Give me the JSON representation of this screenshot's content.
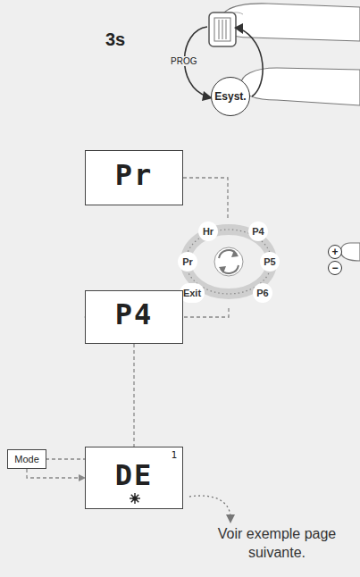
{
  "diagram": {
    "nodes": [
      {
        "text": [
          "Esyst."
        ]
      },
      {
        "text": [
          "Pr"
        ]
      },
      {
        "text": [
          "Hr",
          "P4",
          "Pr",
          "P5",
          "Exit",
          "P6"
        ]
      },
      {
        "text": [
          "+"
        ]
      },
      {
        "text": [
          "−"
        ]
      },
      {
        "text": [
          "P4"
        ]
      },
      {
        "text": [
          "Mode"
        ]
      },
      {
        "text": [
          "DE",
          "1"
        ]
      }
    ],
    "edges": [
      {
        "from": 1,
        "to": 2,
        "arrow": "none"
      },
      {
        "from": 2,
        "to": 5,
        "arrow": "to"
      },
      {
        "from": 5,
        "to": 6,
        "arrow": "none"
      },
      {
        "from": 6,
        "to": 7,
        "arrow": "to"
      }
    ],
    "labels": [
      "3s",
      "PROG",
      "Voir exemple page suivante."
    ]
  }
}
